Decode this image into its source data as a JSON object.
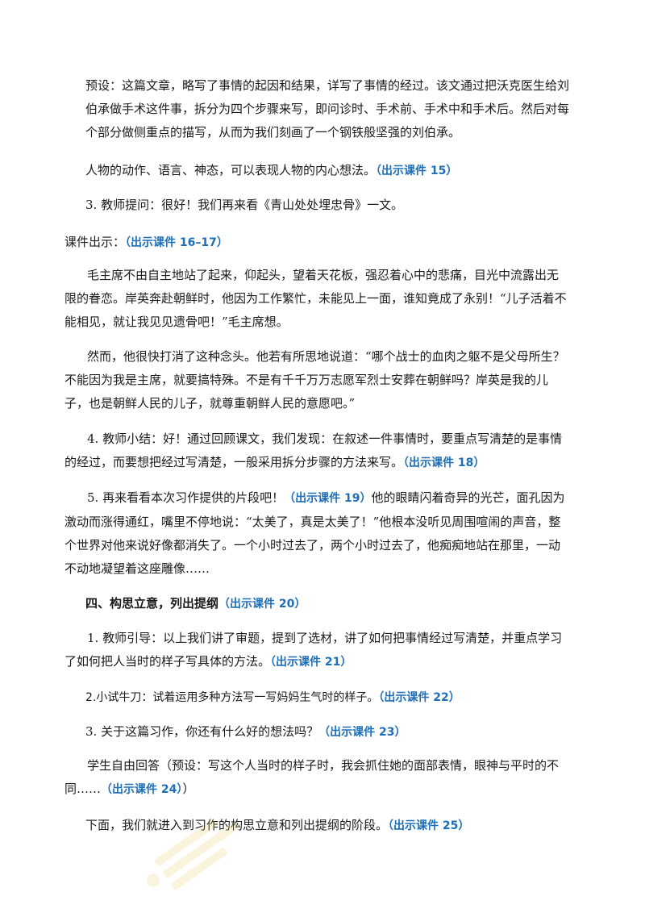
{
  "paragraphs": {
    "p1": "预设：这篇文章，略写了事情的起因和结果，详写了事情的经过。该文通过把沃克医生给刘伯承做手术这件事，拆分为四个步骤来写，即问诊时、手术前、手术中和手术后。然后对每个部分做侧重点的描写，从而为我们刻画了一个钢铁般坚强的刘伯承。",
    "p2_text": "人物的动作、语言、神态，可以表现人物的内心想法。",
    "p2_ref": "（出示课件 15）",
    "p3": "3. 教师提问：很好！我们再来看《青山处处埋忠骨》一文。",
    "p4_text": "课件出示：",
    "p4_ref": "（出示课件 16–17）",
    "p5": "毛主席不由自主地站了起来，仰起头，望着天花板，强忍着心中的悲痛，目光中流露出无限的眷恋。岸英奔赴朝鲜时，他因为工作繁忙，未能见上一面，谁知竟成了永别！“儿子活着不能相见，就让我见见遗骨吧！”毛主席想。",
    "p6": "然而，他很快打消了这种念头。他若有所思地说道：“哪个战士的血肉之躯不是父母所生？不能因为我是主席，就要搞特殊。不是有千千万万志愿军烈士安葬在朝鲜吗？岸英是我的儿子，也是朝鲜人民的儿子，就尊重朝鲜人民的意愿吧。”",
    "p7_text": "4. 教师小结：好！通过回顾课文，我们发现：在叙述一件事情时，要重点写清楚的是事情的经过，而要想把经过写清楚，一般采用拆分步骤的方法来写。",
    "p7_ref": "（出示课件 18）",
    "p8_a": "5. 再来看看本次习作提供的片段吧！",
    "p8_ref": "（出示课件 19）",
    "p8_b": "他的眼睛闪着奇异的光芒，面孔因为激动而涨得通红，嘴里不停地说：“太美了，真是太美了！”他根本没听见周围喧闹的声音，整个世界对他来说好像都消失了。一个小时过去了，两个小时过去了，他痴痴地站在那里，一动不动地凝望着这座雕像……",
    "h1_text": "四、构思立意，列出提纲",
    "h1_ref": "（出示课件 20）",
    "p9_text": "1. 教师引导：以上我们讲了审题，提到了选材，讲了如何把事情经过写清楚，并重点学习了如何把人当时的样子写具体的方法。",
    "p9_ref": "（出示课件 21）",
    "p10_text": "2.小试牛刀：试着运用多种方法写一写妈妈生气时的样子。",
    "p10_ref": "（出示课件 22）",
    "p11_text": "3. 关于这篇习作，你还有什么好的想法吗？",
    "p11_ref": "（出示课件 23）",
    "p12_text": "学生自由回答（预设：写这个人当时的样子时，我会抓住她的面部表情，眼神与平时的不同……",
    "p12_ref": "（出示课件 24）",
    "p12_end": "）",
    "p13_text": "下面，我们就进入到习作的构思立意和列出提纲的阶段。",
    "p13_ref": "（出示课件 25）"
  },
  "colors": {
    "highlight": "#1d6fb8",
    "text": "#1a1a1a"
  }
}
